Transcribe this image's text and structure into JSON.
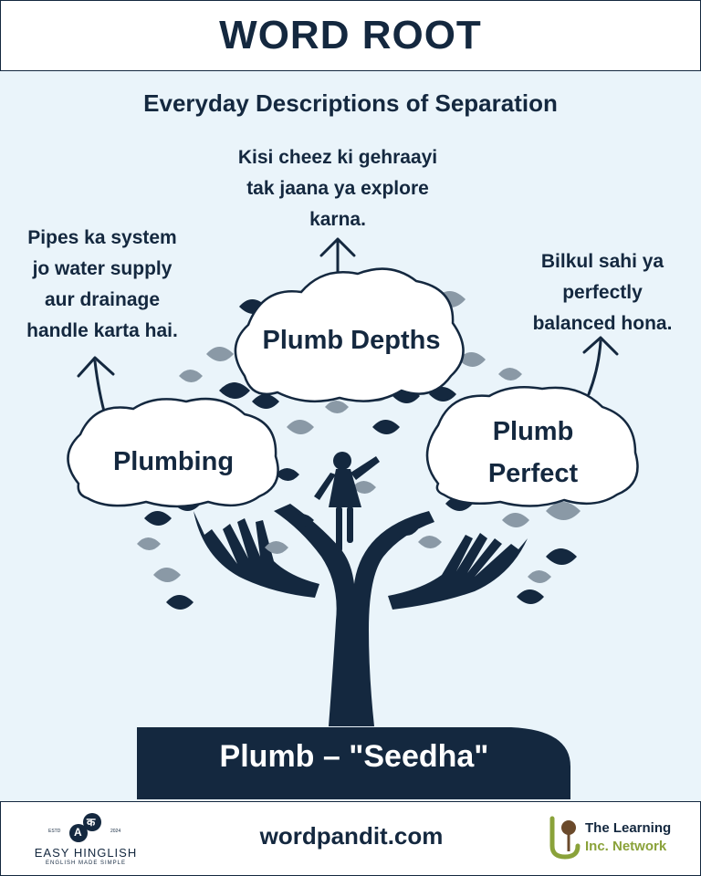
{
  "header": {
    "title": "WORD ROOT"
  },
  "subtitle": "Everyday Descriptions of Separation",
  "descriptions": {
    "left": "Pipes ka system\njo water supply\naur drainage\nhandle karta hai.",
    "top": "Kisi cheez ki gehraayi\ntak jaana ya explore\nkarna.",
    "right": "Bilkul sahi ya\nperfectly\nbalanced hona."
  },
  "clouds": {
    "depths": "Plumb Depths",
    "plumbing": "Plumbing",
    "perfect": "Plumb\nPerfect"
  },
  "root": "Plumb – \"Seedha\"",
  "footer": {
    "url": "wordpandit.com",
    "left_logo": {
      "name": "EASY HINGLISH",
      "tagline": "ENGLISH MADE SIMPLE",
      "estd": "ESTD",
      "year": "2024",
      "glyph_a": "A",
      "glyph_k": "क"
    },
    "right_logo": {
      "line1": "The Learning",
      "line2": "Inc. Network"
    }
  },
  "colors": {
    "navy": "#14283f",
    "background": "#eaf4fa",
    "leaf_gray": "#8a99a6",
    "green": "#8aa23a"
  }
}
